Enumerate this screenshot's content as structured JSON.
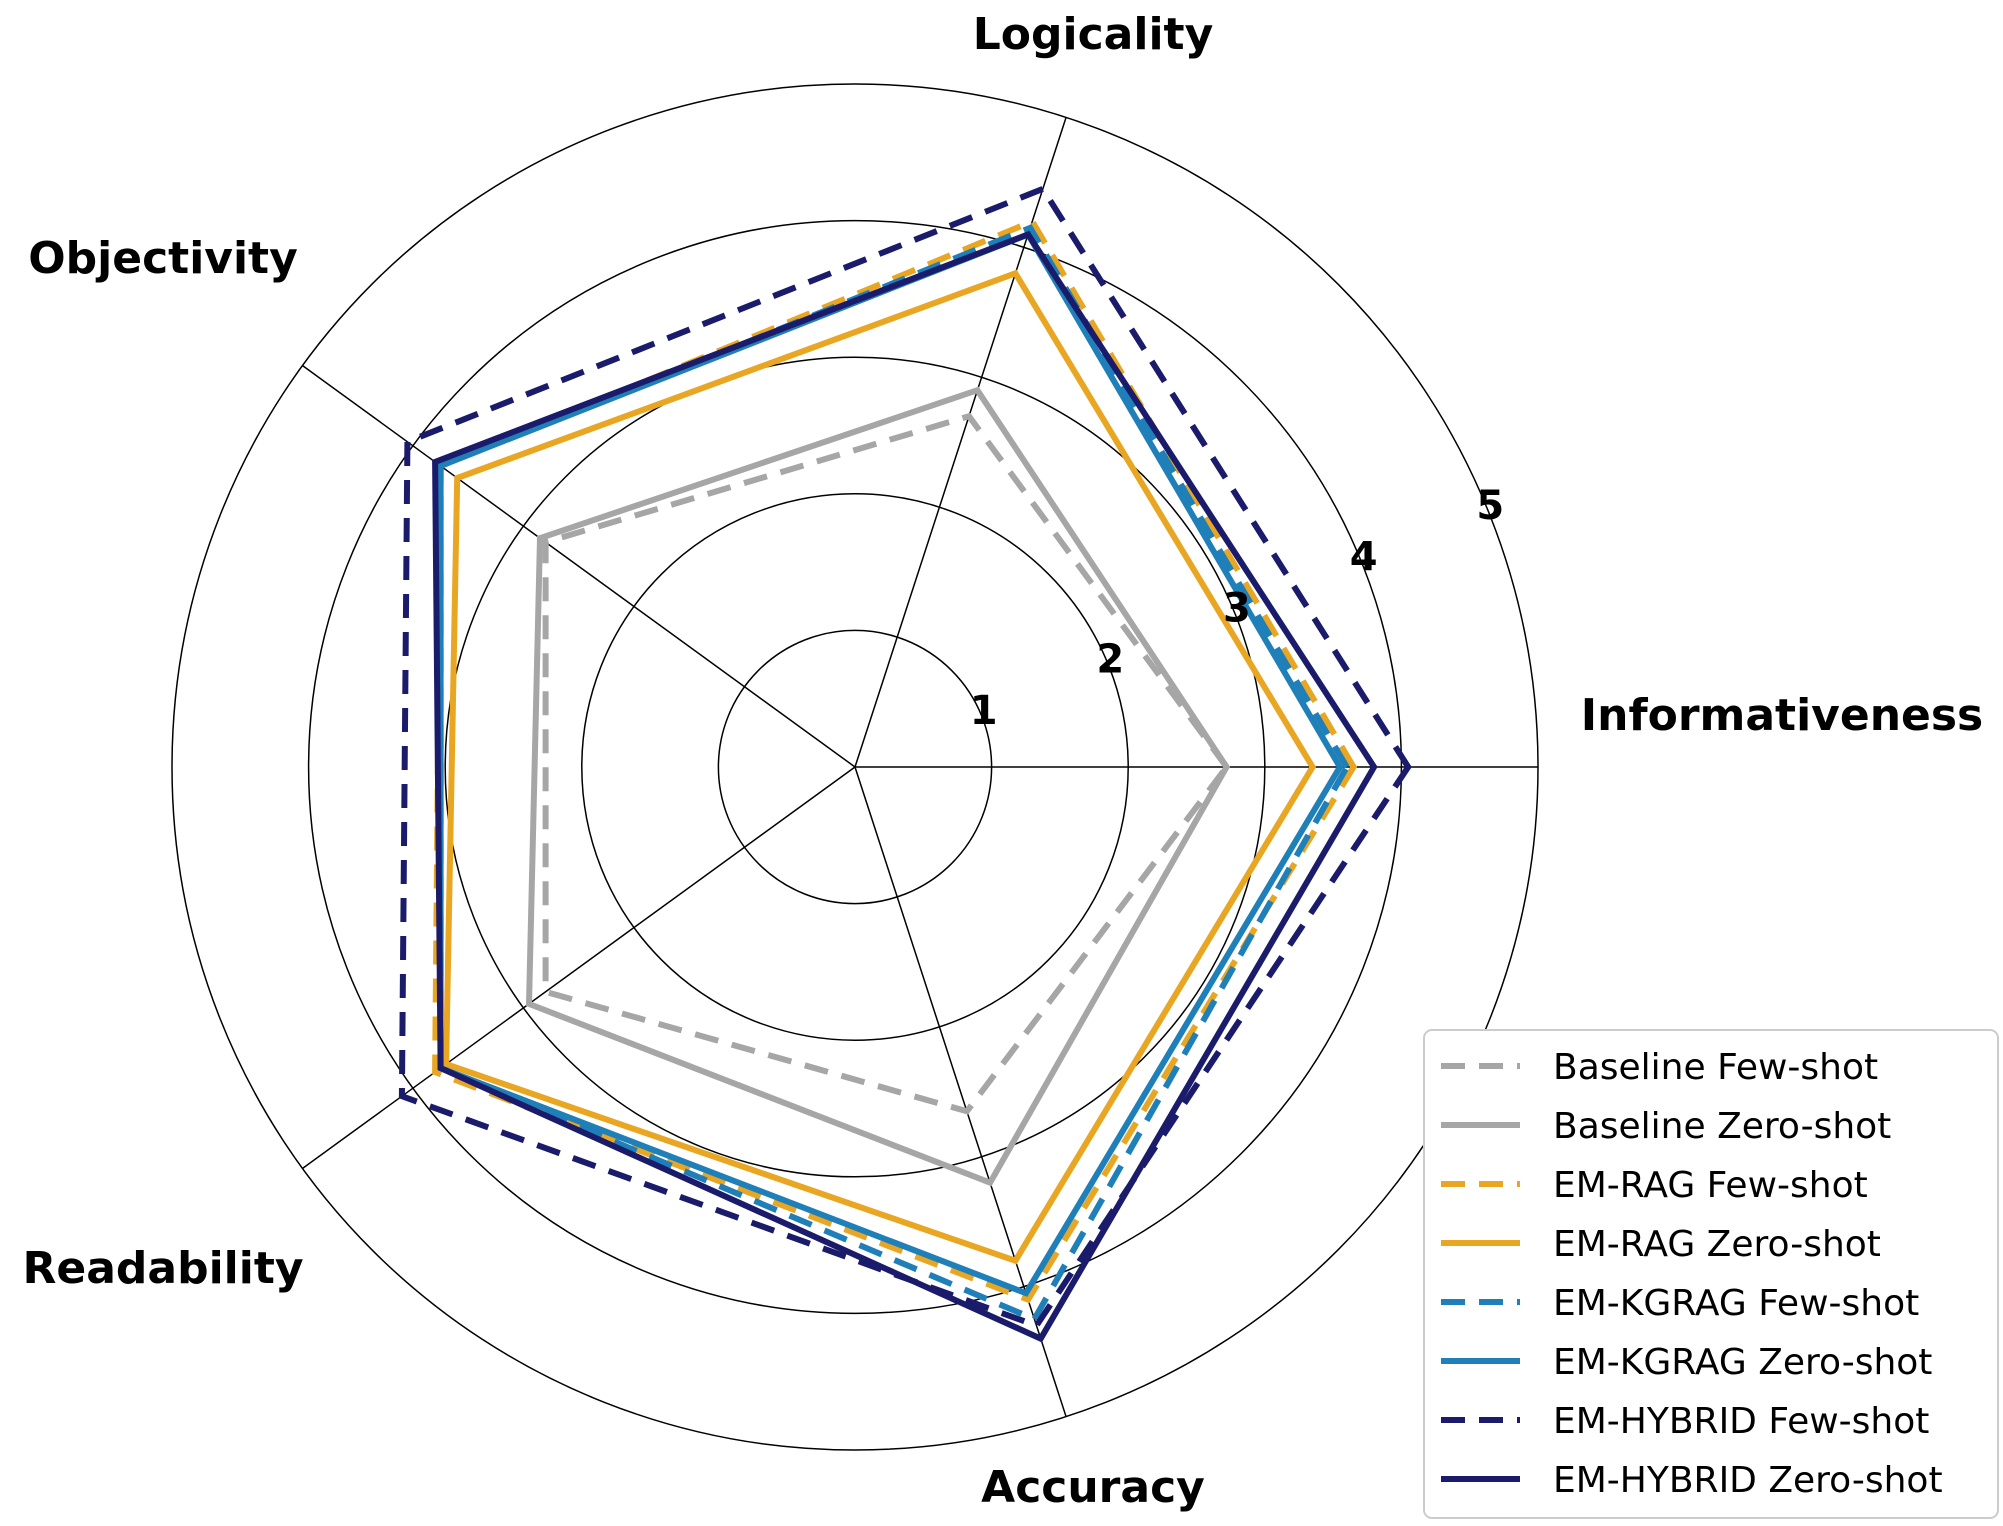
{
  "chart_data": {
    "type": "radar",
    "axes": [
      "Informativeness",
      "Logicality",
      "Objectivity",
      "Readability",
      "Accuracy"
    ],
    "rticks": [
      1,
      2,
      3,
      4,
      5
    ],
    "rlim": [
      0,
      5
    ],
    "grid": true,
    "legend_position": "bottom-right",
    "series": [
      {
        "name": "Baseline Few-shot",
        "values": [
          2.72,
          2.7,
          2.8,
          2.8,
          2.65
        ],
        "color": "#a6a6a6",
        "dash": true
      },
      {
        "name": "Baseline Zero-shot",
        "values": [
          2.72,
          2.9,
          2.85,
          2.95,
          3.2
        ],
        "color": "#a6a6a6",
        "dash": false
      },
      {
        "name": "EM-RAG Few-shot",
        "values": [
          3.65,
          4.2,
          3.75,
          3.8,
          4.1
        ],
        "color": "#e8a623",
        "dash": true
      },
      {
        "name": "EM-RAG Zero-shot",
        "values": [
          3.35,
          3.8,
          3.6,
          3.7,
          3.8
        ],
        "color": "#e8a623",
        "dash": false
      },
      {
        "name": "EM-KGRAG Few-shot",
        "values": [
          3.6,
          4.15,
          3.75,
          3.75,
          4.25
        ],
        "color": "#1f7fb8",
        "dash": true
      },
      {
        "name": "EM-KGRAG Zero-shot",
        "values": [
          3.55,
          4.1,
          3.75,
          3.75,
          4.05
        ],
        "color": "#1f7fb8",
        "dash": false
      },
      {
        "name": "EM-HYBRID Few-shot",
        "values": [
          4.05,
          4.45,
          4.05,
          4.1,
          4.3
        ],
        "color": "#1b1b6b",
        "dash": true
      },
      {
        "name": "EM-HYBRID Zero-shot",
        "values": [
          3.8,
          4.1,
          3.8,
          3.75,
          4.4
        ],
        "color": "#1b1b6b",
        "dash": false
      }
    ]
  }
}
